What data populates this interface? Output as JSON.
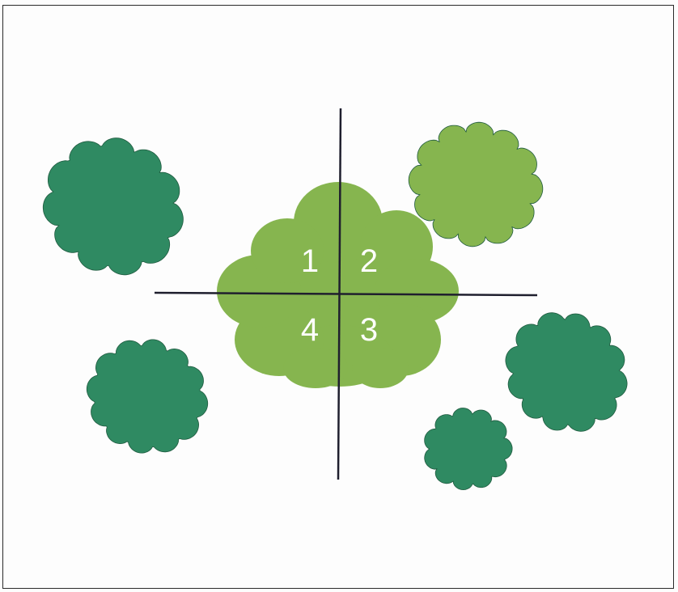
{
  "diagram": {
    "colors": {
      "dark_shrub": "#2f8a62",
      "light_shrub": "#86b54f",
      "axis_line": "#1f1f2e",
      "label_text": "#ffffff",
      "frame": "#2a2a2a"
    },
    "quadrant_labels": [
      "1",
      "2",
      "3",
      "4"
    ]
  }
}
